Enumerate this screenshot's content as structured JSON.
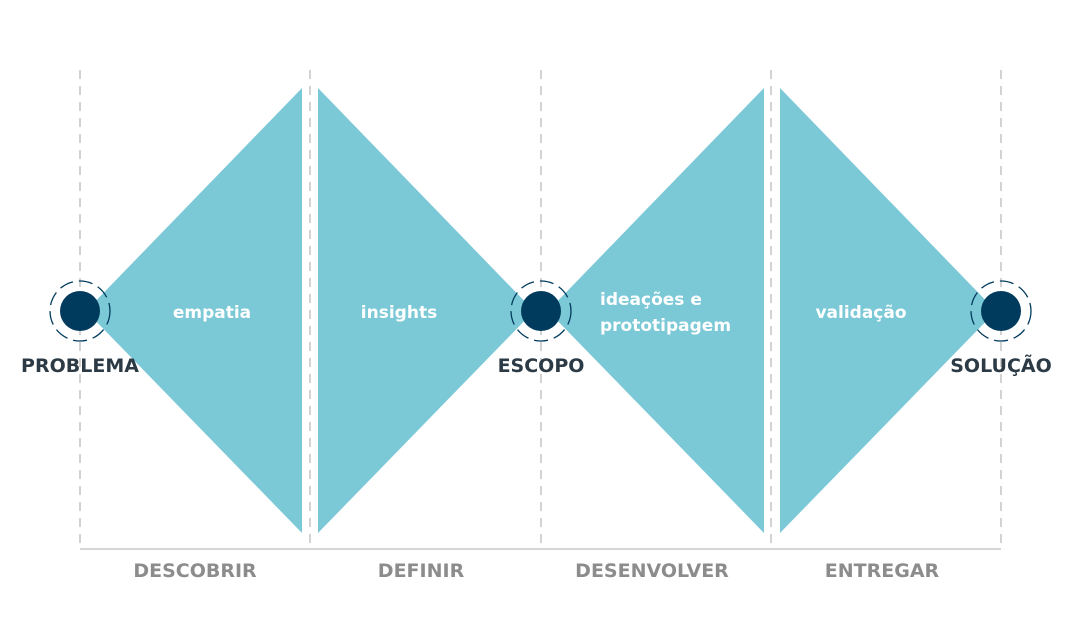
{
  "colors": {
    "triangle_fill": "#7bc8d6",
    "node_fill": "#003a5d",
    "node_ring": "#003a5d",
    "guide_line": "#b5b5b5",
    "baseline": "#c8c8c8",
    "node_label": "#2b3a45",
    "phase_label": "#8c8c8c",
    "triangle_text": "#ffffff"
  },
  "nodes": [
    {
      "label": "PROBLEMA"
    },
    {
      "label": "ESCOPO"
    },
    {
      "label": "SOLUÇÃO"
    }
  ],
  "triangles": [
    {
      "lines": [
        "empatia"
      ]
    },
    {
      "lines": [
        "insights"
      ]
    },
    {
      "lines": [
        "ideações e",
        "prototipagem"
      ]
    },
    {
      "lines": [
        "validação"
      ]
    }
  ],
  "phases": [
    {
      "label": "DESCOBRIR"
    },
    {
      "label": "DEFINIR"
    },
    {
      "label": "DESENVOLVER"
    },
    {
      "label": "ENTREGAR"
    }
  ]
}
